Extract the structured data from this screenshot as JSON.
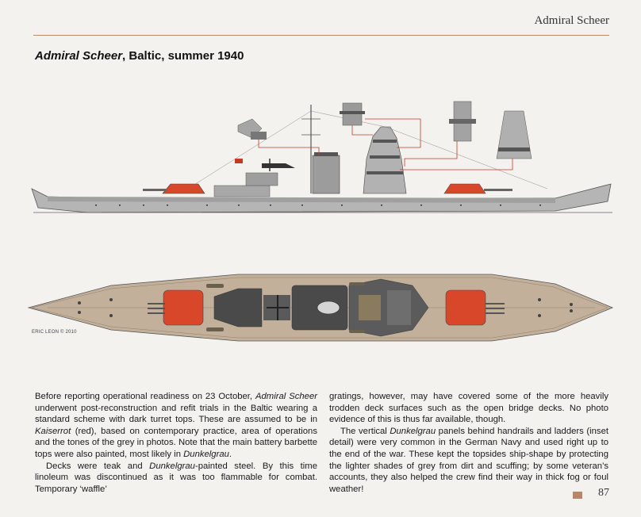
{
  "running_head": "Admiral Scheer",
  "caption": {
    "ship": "Admiral Scheer",
    "rest": ", Baltic, summer 1940"
  },
  "credit": "ERIC LEON © 2010",
  "colors": {
    "hull_grey": "#b3b3b3",
    "dark_grey": "#4a4a4a",
    "turret_red": "#d9472b",
    "teak_deck": "#c2b09a",
    "callout_line": "#c43a2a"
  },
  "col1": {
    "p1_a": "Before reporting operational readiness on 23 October, ",
    "p1_ship": "Admiral Scheer",
    "p1_b": " underwent post-reconstruction and refit trials in the Baltic wearing a standard scheme with dark turret tops. These are assumed to be in ",
    "p1_kaiserrot": "Kaiserrot",
    "p1_c": " (red), based on contemporary practice, area of operations and the tones of the grey in photos. Note that the main battery barbette tops were also painted, most likely in ",
    "p1_dunkelgrau": "Dunkelgrau",
    "p1_d": ".",
    "p2_a": "Decks were teak and ",
    "p2_dunkelgrau": "Dunkelgrau",
    "p2_b": "-painted steel. By this time linoleum was discontinued as it was too flammable for combat. Temporary ‘waffle’"
  },
  "col2": {
    "p1": "gratings, however, may have covered some of the more heavily trodden deck surfaces such as the open bridge decks. No photo evidence of this is thus far available, though.",
    "p2_a": "The vertical ",
    "p2_dunkelgrau": "Dunkelgrau",
    "p2_b": " panels behind handrails and ladders (inset detail) were very common in the German Navy and used right up to the end of the war. These kept the topsides ship-shape by protecting the lighter shades of grey from dirt and scuffing; by some veteran’s accounts, they also helped the crew find their way in thick fog or foul weather!"
  },
  "folio": "87"
}
